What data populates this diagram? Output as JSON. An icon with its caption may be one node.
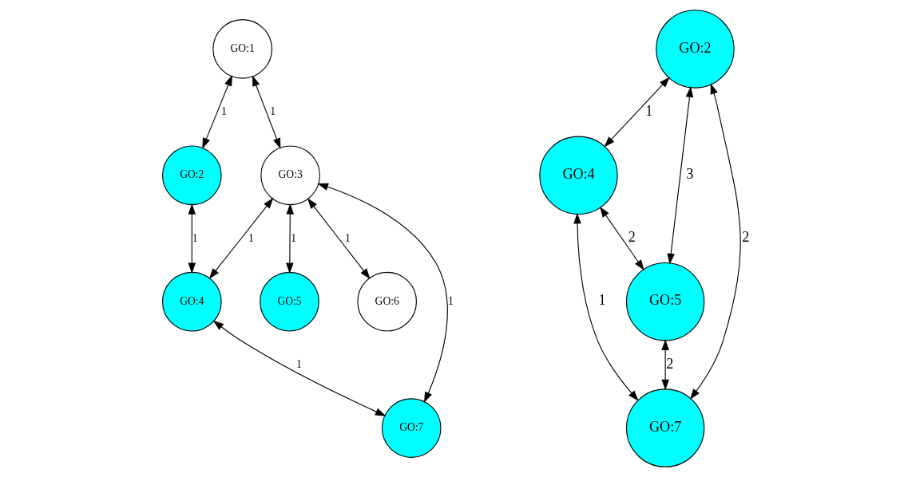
{
  "diagram": {
    "nodes": [
      {
        "text": [
          "GO:1"
        ]
      },
      {
        "text": [
          "GO:2"
        ]
      },
      {
        "text": [
          "GO:3"
        ]
      },
      {
        "text": [
          "GO:4"
        ]
      },
      {
        "text": [
          "GO:5"
        ]
      },
      {
        "text": [
          "GO:6"
        ]
      },
      {
        "text": [
          "GO:7"
        ]
      },
      {
        "text": [
          "GO:2"
        ]
      },
      {
        "text": [
          "GO:4"
        ]
      },
      {
        "text": [
          "GO:5"
        ]
      },
      {
        "text": [
          "GO:7"
        ]
      }
    ],
    "edges": [
      {
        "from": 0,
        "to": 1,
        "arrow": "both",
        "label": "1"
      },
      {
        "from": 0,
        "to": 2,
        "arrow": "both",
        "label": "1"
      },
      {
        "from": 1,
        "to": 3,
        "arrow": "both",
        "label": "1"
      },
      {
        "from": 2,
        "to": 3,
        "arrow": "both",
        "label": "1"
      },
      {
        "from": 2,
        "to": 4,
        "arrow": "both",
        "label": "1"
      },
      {
        "from": 2,
        "to": 5,
        "arrow": "both",
        "label": "1"
      },
      {
        "from": 2,
        "to": 6,
        "arrow": "both",
        "label": "1"
      },
      {
        "from": 3,
        "to": 6,
        "arrow": "both",
        "label": "1"
      },
      {
        "from": 7,
        "to": 8,
        "arrow": "both",
        "label": "1"
      },
      {
        "from": 7,
        "to": 10,
        "arrow": "both",
        "label": "2"
      },
      {
        "from": 7,
        "to": 9,
        "arrow": "both",
        "label": "3"
      },
      {
        "from": 8,
        "to": 9,
        "arrow": "both",
        "label": "2"
      },
      {
        "from": 8,
        "to": 10,
        "arrow": "both",
        "label": "1"
      },
      {
        "from": 9,
        "to": 10,
        "arrow": "both",
        "label": "2"
      }
    ]
  }
}
